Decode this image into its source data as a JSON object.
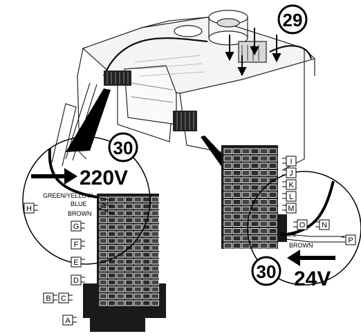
{
  "callouts": {
    "top": "29",
    "left": "30",
    "right": "30"
  },
  "voltages": {
    "mains": "220V",
    "low": "24V"
  },
  "wires": {
    "green_yellow": "GREEN/YELLOW",
    "blue_left": "BLUE",
    "brown_left": "BROWN",
    "blue_right": "BLUE",
    "brown_right": "BROWN"
  },
  "left_terminals": {
    "H": "H",
    "G": "G",
    "F": "F",
    "E": "E",
    "D": "D",
    "C": "C",
    "B": "B",
    "A": "A"
  },
  "right_terminals": {
    "I": "I",
    "J": "J",
    "K": "K",
    "L": "L",
    "M": "M",
    "O": "O",
    "N": "N",
    "P": "P"
  }
}
